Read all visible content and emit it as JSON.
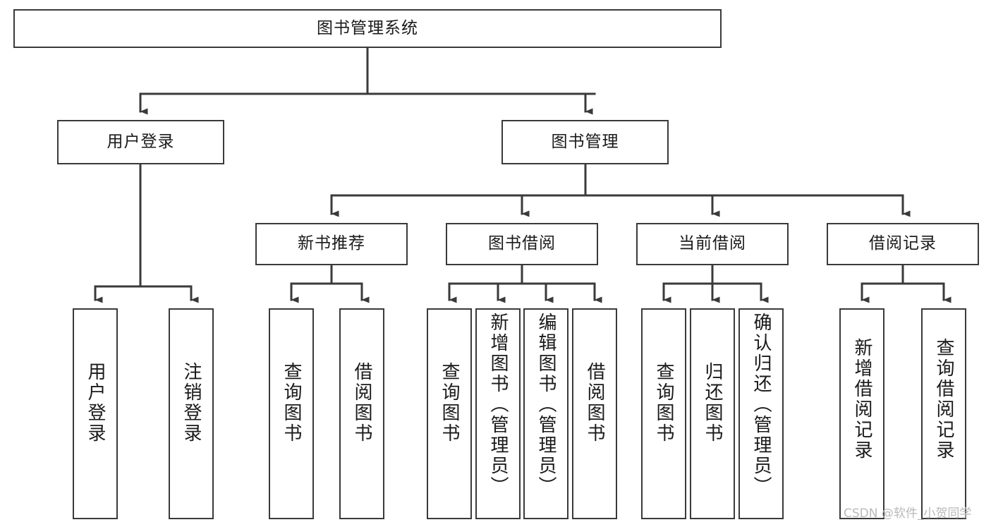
{
  "diagram": {
    "type": "tree-hierarchy-chart",
    "title": "图书管理系统",
    "root": {
      "id": "root",
      "label": "图书管理系统"
    },
    "level2": [
      {
        "id": "user-login",
        "label": "用户登录"
      },
      {
        "id": "book-manage",
        "label": "图书管理"
      }
    ],
    "level3": [
      {
        "id": "new-book-rec",
        "label": "新书推荐",
        "parent": "book-manage"
      },
      {
        "id": "book-borrow",
        "label": "图书借阅",
        "parent": "book-manage"
      },
      {
        "id": "current-borrow",
        "label": "当前借阅",
        "parent": "book-manage"
      },
      {
        "id": "borrow-record",
        "label": "借阅记录",
        "parent": "book-manage"
      }
    ],
    "leaves": [
      {
        "id": "leaf-user-login",
        "label": "用户登录",
        "parent": "user-login"
      },
      {
        "id": "leaf-logout",
        "label": "注销登录",
        "parent": "user-login"
      },
      {
        "id": "leaf-query-book-1",
        "label": "查询图书",
        "parent": "new-book-rec"
      },
      {
        "id": "leaf-borrow-book-1",
        "label": "借阅图书",
        "parent": "new-book-rec"
      },
      {
        "id": "leaf-query-book-2",
        "label": "查询图书",
        "parent": "book-borrow"
      },
      {
        "id": "leaf-add-book",
        "label": "新增图书（管理员）",
        "parent": "book-borrow"
      },
      {
        "id": "leaf-edit-book",
        "label": "编辑图书（管理员）",
        "parent": "book-borrow"
      },
      {
        "id": "leaf-borrow-book-2",
        "label": "借阅图书",
        "parent": "book-borrow"
      },
      {
        "id": "leaf-query-book-3",
        "label": "查询图书",
        "parent": "current-borrow"
      },
      {
        "id": "leaf-return-book",
        "label": "归还图书",
        "parent": "current-borrow"
      },
      {
        "id": "leaf-confirm-return",
        "label": "确认归还（管理员）",
        "parent": "current-borrow"
      },
      {
        "id": "leaf-add-record",
        "label": "新增借阅记录",
        "parent": "borrow-record"
      },
      {
        "id": "leaf-query-record",
        "label": "查询借阅记录",
        "parent": "borrow-record"
      }
    ],
    "colors": {
      "box_border": "#3a3a3a",
      "connector": "#3a3a3a",
      "background": "#ffffff",
      "text": "#1a1a1a",
      "watermark": "#b9b9b9"
    }
  },
  "watermark": {
    "text": "CSDN @软件_小贺同学"
  }
}
